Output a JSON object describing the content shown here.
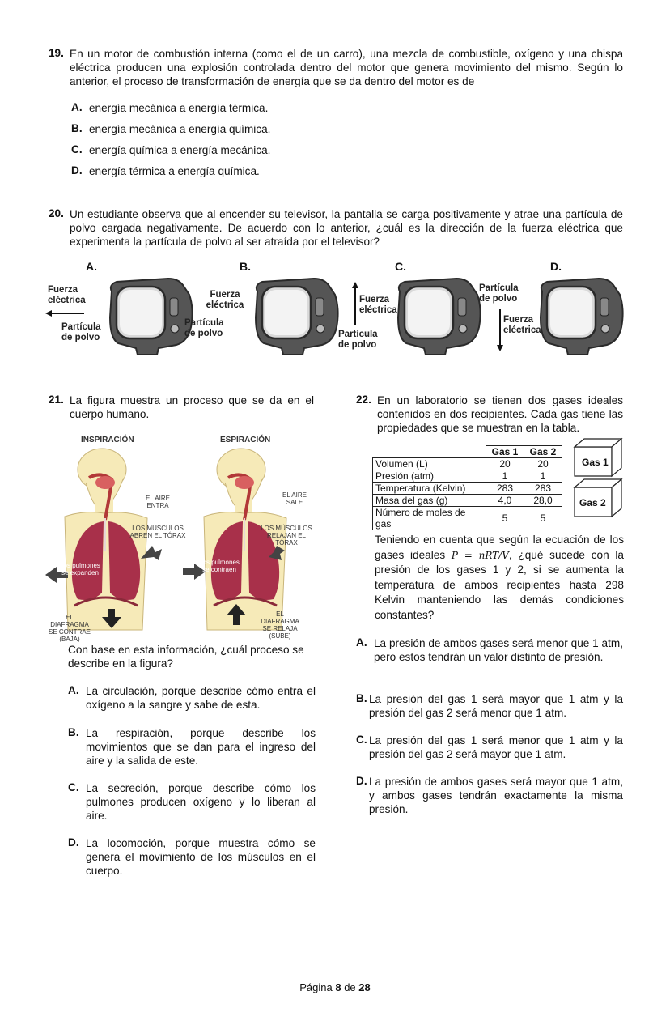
{
  "q19": {
    "number": "19.",
    "text": "En un motor de combustión interna (como el de un carro), una mezcla de combustible, oxígeno y una chispa eléctrica producen una explosión controlada dentro del motor que genera movimiento del mismo. Según lo anterior, el proceso de transformación de energía que se da dentro del motor es de",
    "options": [
      {
        "letter": "A.",
        "text": "energía mecánica a energía térmica."
      },
      {
        "letter": "B.",
        "text": "energía mecánica a energía química."
      },
      {
        "letter": "C.",
        "text": "energía química a energía mecánica."
      },
      {
        "letter": "D.",
        "text": "energía térmica a energía química."
      }
    ]
  },
  "q20": {
    "number": "20.",
    "text": "Un estudiante observa que al encender su televisor, la pantalla se carga positivamente y atrae una partícula de polvo cargada negativamente. De acuerdo con lo anterior, ¿cuál es la dirección de la fuerza eléctrica que experimenta la partícula de polvo al ser atraída por el televisor?",
    "options": [
      {
        "letter": "A.",
        "fuerza": "Fuerza eléctrica",
        "particula": "Partícula de polvo"
      },
      {
        "letter": "B.",
        "fuerza": "Fuerza eléctrica",
        "particula": "Partícula de polvo"
      },
      {
        "letter": "C.",
        "fuerza": "Fuerza eléctrica",
        "particula": "Partícula de polvo"
      },
      {
        "letter": "D.",
        "fuerza": "Fuerza eléctrica",
        "particula": "Partícula de polvo"
      }
    ]
  },
  "q21": {
    "number": "21.",
    "text": "La figura muestra un proceso que se da en el cuerpo humano.",
    "figure": {
      "left_title": "INSPIRACIÓN",
      "right_title": "ESPIRACIÓN",
      "left_air": "EL AIRE ENTRA",
      "right_air": "EL AIRE SALE",
      "left_muscles": "LOS MÚSCULOS ABREN EL TÓRAX",
      "right_muscles": "LOS MÚSCULOS RELAJAN EL TÓRAX",
      "left_lungs": "Los pulmones se expanden",
      "right_lungs": "Los pulmones se contraen",
      "left_diaphragm": "EL DIAFRAGMA SE CONTRAE (BAJA)",
      "right_diaphragm": "EL DIAFRAGMA SE RELAJA (SUBE)"
    },
    "question": "Con base en esta información, ¿cuál proceso se describe en la figura?",
    "options": [
      {
        "letter": "A.",
        "text": "La circulación, porque describe cómo entra el oxígeno a la sangre y sabe de esta."
      },
      {
        "letter": "B.",
        "text": "La respiración, porque describe los movimientos que se dan para el ingreso del aire y la salida de este."
      },
      {
        "letter": "C.",
        "text": "La secreción, porque describe cómo los pulmones producen oxígeno y lo liberan al aire."
      },
      {
        "letter": "D.",
        "text": "La locomoción, porque muestra cómo se genera el movimiento de los músculos en el cuerpo."
      }
    ]
  },
  "q22": {
    "number": "22.",
    "text": "En un laboratorio se tienen dos gases ideales contenidos en dos recipientes. Cada gas tiene las propiedades que se muestran en la tabla.",
    "table": {
      "headers": [
        "",
        "Gas 1",
        "Gas 2"
      ],
      "rows": [
        [
          "Volumen (L)",
          "20",
          "20"
        ],
        [
          "Presión (atm)",
          "1",
          "1"
        ],
        [
          "Temperatura (Kelvin)",
          "283",
          "283"
        ],
        [
          "Masa del gas (g)",
          "4,0",
          "28,0"
        ],
        [
          "Número de moles de gas",
          "5",
          "5"
        ]
      ]
    },
    "box1": "Gas 1",
    "box2": "Gas 2",
    "stem_before": "Teniendo en cuenta que según la ecuación de los gases ideales",
    "equation": "P = nRT/V",
    "stem_after": ", ¿qué sucede con la presión de los gases 1 y 2, si se aumenta la temperatura de ambos recipientes hasta 298 Kelvin manteniendo las demás condiciones constantes?",
    "options": [
      {
        "letter": "A.",
        "text": "La presión de ambos gases será menor que 1 atm, pero estos tendrán un valor distinto de presión."
      },
      {
        "letter": "B.",
        "text": "La presión del gas 1 será mayor que 1 atm y la presión del gas 2 será menor que 1 atm."
      },
      {
        "letter": "C.",
        "text": "La presión del gas 1 será menor que 1 atm y la presión del gas 2 será mayor que 1 atm."
      },
      {
        "letter": "D.",
        "text": "La presión de ambos gases será mayor que 1 atm, y ambos gases tendrán exactamente la misma presión."
      }
    ]
  },
  "footer": {
    "prefix": "Página",
    "page": "8",
    "middle": "de",
    "total": "28"
  }
}
